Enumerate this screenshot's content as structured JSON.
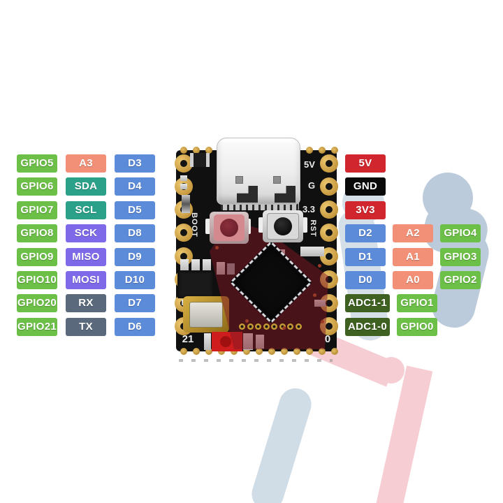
{
  "palette": {
    "green": "#6cbf47",
    "salmon": "#f19077",
    "blue": "#5c8bd9",
    "teal": "#2ba189",
    "purple": "#7e6ae9",
    "slate": "#5a6a7c",
    "red": "#d2262e",
    "black": "#0a0a0a",
    "darkgreen": "#3e6021"
  },
  "left_pinout": {
    "rows": [
      [
        {
          "label": "GPIO5",
          "color": "green"
        },
        {
          "label": "A3",
          "color": "salmon"
        },
        {
          "label": "D3",
          "color": "blue"
        }
      ],
      [
        {
          "label": "GPIO6",
          "color": "green"
        },
        {
          "label": "SDA",
          "color": "teal"
        },
        {
          "label": "D4",
          "color": "blue"
        }
      ],
      [
        {
          "label": "GPIO7",
          "color": "green"
        },
        {
          "label": "SCL",
          "color": "teal"
        },
        {
          "label": "D5",
          "color": "blue"
        }
      ],
      [
        {
          "label": "GPIO8",
          "color": "green"
        },
        {
          "label": "SCK",
          "color": "purple"
        },
        {
          "label": "D8",
          "color": "blue"
        }
      ],
      [
        {
          "label": "GPIO9",
          "color": "green"
        },
        {
          "label": "MISO",
          "color": "purple"
        },
        {
          "label": "D9",
          "color": "blue"
        }
      ],
      [
        {
          "label": "GPIO10",
          "color": "green"
        },
        {
          "label": "MOSI",
          "color": "purple"
        },
        {
          "label": "D10",
          "color": "blue"
        }
      ],
      [
        {
          "label": "GPIO20",
          "color": "green"
        },
        {
          "label": "RX",
          "color": "slate"
        },
        {
          "label": "D7",
          "color": "blue"
        }
      ],
      [
        {
          "label": "GPIO21",
          "color": "green"
        },
        {
          "label": "TX",
          "color": "slate"
        },
        {
          "label": "D6",
          "color": "blue"
        }
      ]
    ]
  },
  "right_pinout": {
    "rows": [
      [
        {
          "label": "5V",
          "color": "red"
        }
      ],
      [
        {
          "label": "GND",
          "color": "black"
        }
      ],
      [
        {
          "label": "3V3",
          "color": "red"
        }
      ],
      [
        {
          "label": "D2",
          "color": "blue"
        },
        {
          "label": "A2",
          "color": "salmon"
        },
        {
          "label": "GPIO4",
          "color": "green"
        }
      ],
      [
        {
          "label": "D1",
          "color": "blue"
        },
        {
          "label": "A1",
          "color": "salmon"
        },
        {
          "label": "GPIO3",
          "color": "green"
        }
      ],
      [
        {
          "label": "D0",
          "color": "blue"
        },
        {
          "label": "A0",
          "color": "salmon"
        },
        {
          "label": "GPIO2",
          "color": "green"
        }
      ],
      [
        {
          "label": "ADC1-1",
          "color": "darkgreen"
        },
        {
          "label": "GPIO1",
          "color": "green"
        }
      ],
      [
        {
          "label": "ADC1-0",
          "color": "darkgreen"
        },
        {
          "label": "GPIO0",
          "color": "green"
        }
      ]
    ]
  },
  "board": {
    "silkscreen": {
      "boot": "BOOT",
      "rst": "RST",
      "v5": "5V",
      "g": "G",
      "v33": "3.3",
      "pin21": "21",
      "pin0": "0"
    }
  }
}
